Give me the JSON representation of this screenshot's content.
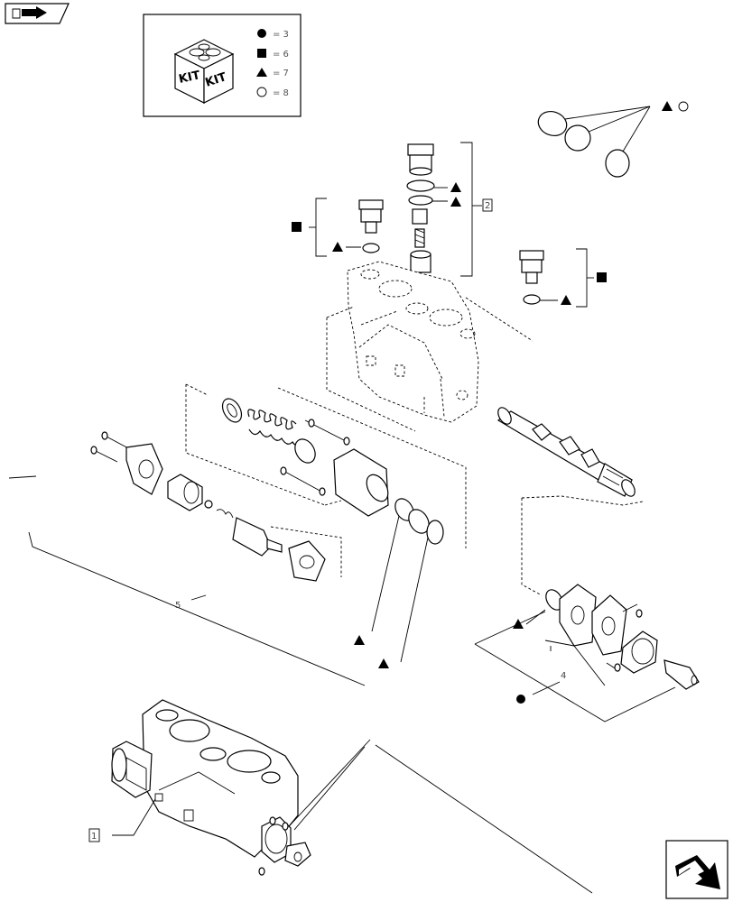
{
  "legend": {
    "items": [
      {
        "symbol": "circle-filled",
        "text": "= 3"
      },
      {
        "symbol": "square-filled",
        "text": "= 6"
      },
      {
        "symbol": "triangle-filled",
        "text": "= 7"
      },
      {
        "symbol": "circle-outline",
        "text": "= 8"
      }
    ],
    "kit_text_1": "KIT",
    "kit_text_2": "KIT"
  },
  "callouts": {
    "ref_1": "1",
    "ref_2": "2",
    "ref_4": "4",
    "ref_5": "5"
  },
  "icons": {
    "top_left": "book-arrow-icon",
    "bottom_right": "next-page-arrow-icon"
  }
}
